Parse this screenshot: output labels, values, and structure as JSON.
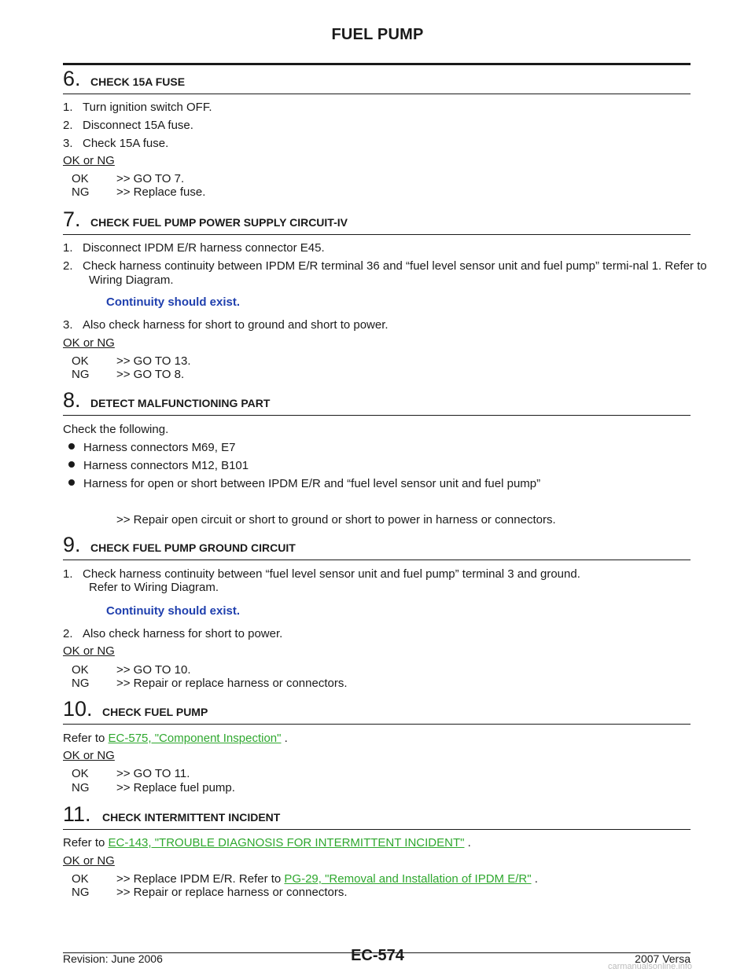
{
  "header": {
    "title": "FUEL PUMP"
  },
  "ok_ng": "OK or NG",
  "steps": [
    {
      "num": "6.",
      "title": "CHECK 15A FUSE",
      "lines": [
        "1.   Turn ignition switch OFF.",
        "2.   Disconnect 15A fuse.",
        "3.   Check 15A fuse."
      ],
      "results": [
        {
          "code": "OK",
          "text": ">> GO TO 7."
        },
        {
          "code": "NG",
          "text": ">> Replace fuse."
        }
      ]
    },
    {
      "num": "7.",
      "title": "CHECK FUEL PUMP POWER SUPPLY CIRCUIT-IV",
      "lines": [
        "1.   Disconnect IPDM E/R harness connector E45.",
        "2.   Check harness continuity between IPDM E/R terminal 36 and “fuel level sensor unit and fuel pump” termi-nal 1. Refer to Wiring Diagram.",
        "3.   Also check harness for short to ground and short to power."
      ],
      "spec": "Continuity should exist.",
      "results": [
        {
          "code": "OK",
          "text": ">> GO TO 13."
        },
        {
          "code": "NG",
          "text": ">> GO TO 8."
        }
      ]
    },
    {
      "num": "8.",
      "title": "DETECT MALFUNCTIONING PART",
      "intro": "Check the following.",
      "bullets": [
        "Harness connectors M69, E7",
        "Harness connectors M12, B101",
        "Harness for open or short between IPDM E/R and “fuel level sensor unit and fuel pump”"
      ],
      "action": ">> Repair open circuit or short to ground or short to power in harness or connectors."
    },
    {
      "num": "9.",
      "title": "CHECK FUEL PUMP GROUND CIRCUIT",
      "lines": [
        "1.   Check harness continuity between “fuel level sensor unit and fuel pump” terminal 3 and ground.",
        "Refer to Wiring Diagram.",
        "2.   Also check harness for short to power."
      ],
      "spec": "Continuity should exist.",
      "results": [
        {
          "code": "OK",
          "text": ">> GO TO 10."
        },
        {
          "code": "NG",
          "text": ">> Repair or replace harness or connectors."
        }
      ]
    },
    {
      "num": "10.",
      "title": "CHECK FUEL PUMP",
      "refer_prefix": "Refer to ",
      "refer_link": "EC-575, \"Component Inspection\"",
      "refer_suffix": " .",
      "results": [
        {
          "code": "OK",
          "text": ">> GO TO 11."
        },
        {
          "code": "NG",
          "text": ">> Replace fuel pump."
        }
      ]
    },
    {
      "num": "11.",
      "title": "CHECK INTERMITTENT INCIDENT",
      "refer_prefix": "Refer to ",
      "refer_link": "EC-143, \"TROUBLE DIAGNOSIS FOR INTERMITTENT INCIDENT\"",
      "refer_suffix": " .",
      "results": [
        {
          "code": "OK",
          "text": ">> Replace IPDM E/R. Refer to ",
          "link": "PG-29, \"Removal and Installation of IPDM E/R\"",
          "suffix": " ."
        },
        {
          "code": "NG",
          "text": ">> Repair or replace harness or connectors."
        }
      ]
    }
  ],
  "footer": {
    "revision": "Revision: June 2006",
    "page": "EC-574",
    "model": "2007 Versa",
    "watermark": "carmanualsonline.info"
  }
}
